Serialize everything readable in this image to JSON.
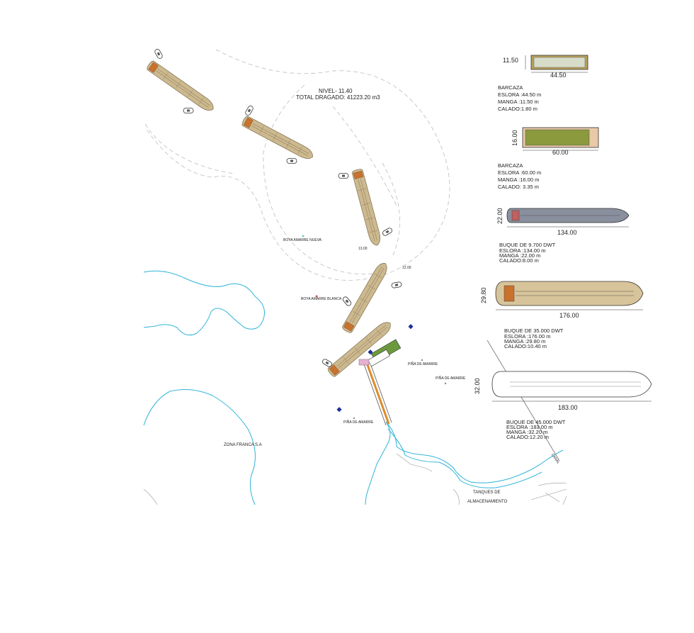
{
  "dredging": {
    "level": "NIVEL- 11.40",
    "volume": "TOTAL DRAGADO: 41223.20 m3"
  },
  "map_labels": {
    "boya_nueva": "BOYA AMARRE NUEVA",
    "boya_blanca": "BOYA AMARRE BLANCA",
    "pina_1": "PIÑA DE AMARRE",
    "pina_2": "PIÑA DE AMARRE",
    "pina_3": "PIÑA DE AMARRE",
    "zona_franca": "ZONA FRANCA S.A",
    "tanques_1": "TANQUES DE",
    "tanques_2": "ALMACENAMIENTO",
    "canal": "CANAL",
    "mark_1": "13.00",
    "mark_2": "12.00"
  },
  "vessels": [
    {
      "beam_dim": "11.50",
      "length_dim": "44.50",
      "title": "BARCAZA",
      "eslora": "ESLORA :44.50 m",
      "manga": "MANGA :11.50 m",
      "calado": "CALADO:1.80 m",
      "hull_color": "#d7ddc9",
      "deck_color": "#b8a05a"
    },
    {
      "beam_dim": "16.00",
      "length_dim": "60.00",
      "title": "BARCAZA",
      "eslora": "ESLORA :60.00 m",
      "manga": "MANGA :16.00 m",
      "calado": "CALADO: 3.35 m",
      "hull_color": "#8a9a3c",
      "deck_color": "#e8c9a8"
    },
    {
      "beam_dim": "22.00",
      "length_dim": "134.00",
      "title": "BUQUE DE 9.700 DWT",
      "eslora": "ESLORA :134.00 m",
      "manga": "MANGA :22.00 m",
      "calado": "CALADO:8.00 m",
      "hull_color": "#8a8f9e"
    },
    {
      "beam_dim": "29.80",
      "length_dim": "176.00",
      "title": "BUQUE DE 35.000 DWT",
      "eslora": "ESLORA :176.00 m",
      "manga": "MANGA :29.80 m",
      "calado": "CALADO:10.40 m",
      "hull_color": "#d8c49a"
    },
    {
      "beam_dim": "32.00",
      "length_dim": "183.00",
      "title": "BUQUE DE 45.000 DWT",
      "eslora": "ESLORA :183.00 m",
      "manga": "MANGA :32.20 m",
      "calado": "CALADO:12.20 m",
      "hull_color": "#ffffff"
    }
  ],
  "colors": {
    "water_line": "#2fb4d8",
    "ship_hull": "#cdb98f",
    "ship_deckhouse": "#c8722e",
    "turning_circle": "#bdbdbd",
    "pier_orange": "#e08a2a",
    "buoy": "#1c2f9c"
  }
}
